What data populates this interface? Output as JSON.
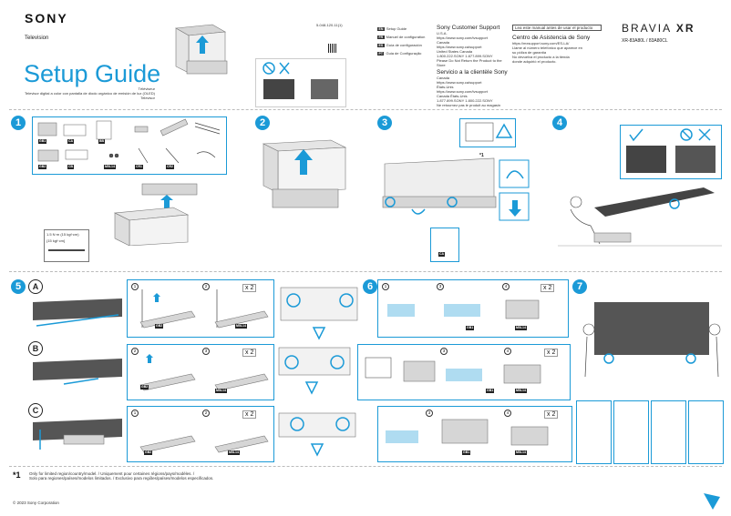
{
  "header": {
    "brand": "SONY",
    "product_type": "Television",
    "doc_number": "5-048-120-11(1)",
    "title": "Setup Guide",
    "subtitle_lines": [
      "Téléviseur",
      "Televisor digital a color con pantalla de diodo orgánico de emisión de luz (OLED)",
      "Televisor"
    ],
    "languages": [
      {
        "code": "EN",
        "label": "Setup Guide"
      },
      {
        "code": "FR",
        "label": "Manuel de configuration"
      },
      {
        "code": "ES",
        "label": "Guía de configuración"
      },
      {
        "code": "PT",
        "label": "Guia de Configuração"
      }
    ],
    "support": {
      "heading": "Sony Customer Support",
      "lines": [
        "U.S.A.",
        "https://www.sony.com/tvsupport",
        "Canada",
        "https://www.sony.ca/support",
        "United States  Canada",
        "1.800.222.SONY    1.877.899.SONY",
        "Please Do Not Return the Product to the Store"
      ]
    },
    "support_es": {
      "heading": "Servicio a la clientèle Sony",
      "lines": [
        "Canada",
        "https://www.sony.ca/support",
        "États-Unis",
        "https://www.sony.com/tvsupport",
        "Canada    États-Unis",
        "1.877.899.SONY    1.800.222.SONY",
        "Ne retournez pas le produit au magasin"
      ]
    },
    "read_notice": "Lea este manual antes de usar el producto",
    "centro": {
      "heading": "Centro de Asistencia de Sony",
      "lines": [
        "https://mxsupport.sony.com/ES-LA/",
        "Llame al número telefónico que aparece en",
        "su póliza de garantía",
        "No devuelva el producto a la tienda",
        "donde adquirió el producto."
      ]
    },
    "series": "BRAVIA",
    "series_suffix": "XR",
    "models": "XR-83A80L / 83A80CL"
  },
  "steps": [
    {
      "num": "1",
      "labels": [
        "GB1",
        "CA",
        "BB",
        "GB2",
        "CB",
        "M5L14",
        "CR1",
        "CR2"
      ]
    },
    {
      "num": "2"
    },
    {
      "num": "3",
      "note": "*1",
      "label": "CA"
    },
    {
      "num": "4"
    },
    {
      "num": "5",
      "options": [
        "A",
        "B",
        "C"
      ],
      "labels": [
        "M5L14",
        "GB2"
      ],
      "count": "x 2"
    },
    {
      "num": "6",
      "labels": [
        "GB1",
        "M5L14"
      ],
      "count": "x 2"
    },
    {
      "num": "7"
    }
  ],
  "torque": [
    "1.5 N·m (15 kgf·cm)",
    "{15 kgf·cm}"
  ],
  "footnote_mark": "*1",
  "footnote_lines": [
    "Only for limited region/country/model. / Uniquement pour certaines régions/pays/modèles. /",
    "Solo para regiones/países/modelos limitados. / Exclusivo para regiões/países/modelos especificados."
  ],
  "copyright": "© 2023 Sony Corporation",
  "colors": {
    "accent": "#1b9ad7",
    "text": "#111111",
    "label_bg": "#222222"
  }
}
